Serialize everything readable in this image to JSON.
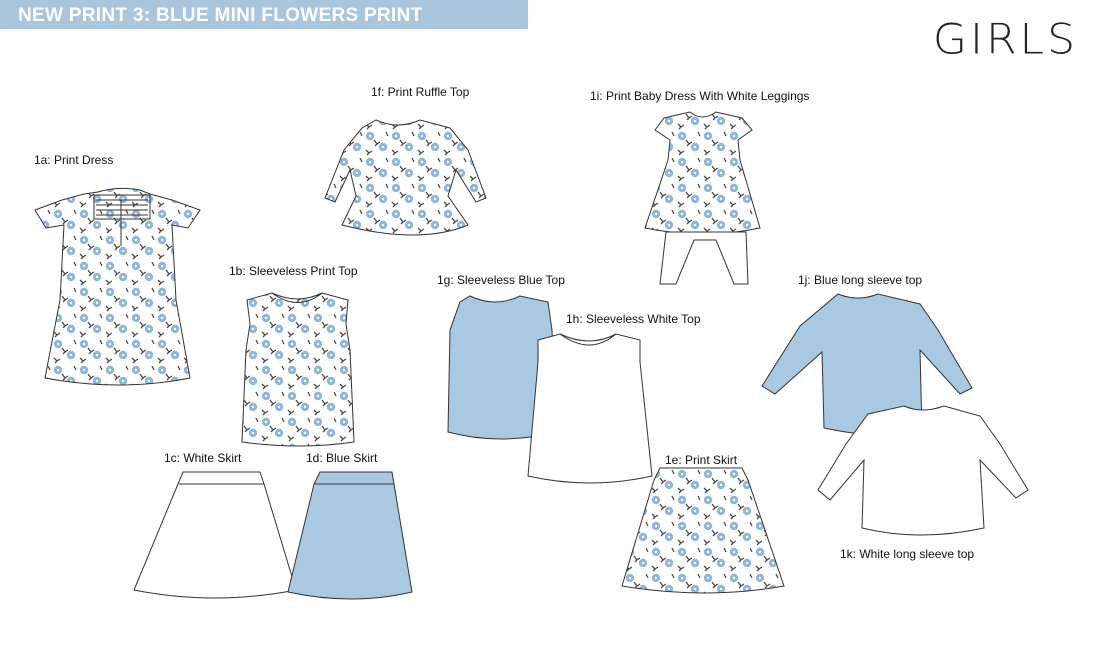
{
  "header": {
    "banner_title": "NEW PRINT 3: BLUE MINI FLOWERS PRINT",
    "section": "GIRLS"
  },
  "colors": {
    "banner": "#a9c6dd",
    "blue_garment": "#a9c9e2",
    "print_flower": "#8fb6dc",
    "print_stem": "#4a4a4a"
  },
  "garments": [
    {
      "label": "1a: Print Dress"
    },
    {
      "label": "1b: Sleeveless Print Top"
    },
    {
      "label": "1c: White Skirt"
    },
    {
      "label": "1d: Blue Skirt"
    },
    {
      "label": "1e: Print Skirt"
    },
    {
      "label": "1f: Print Ruffle Top"
    },
    {
      "label": "1g: Sleeveless Blue Top"
    },
    {
      "label": "1h: Sleeveless White Top"
    },
    {
      "label": "1i: Print Baby Dress With White Leggings"
    },
    {
      "label": "1j: Blue long sleeve top"
    },
    {
      "label": "1k: White long sleeve top"
    }
  ]
}
